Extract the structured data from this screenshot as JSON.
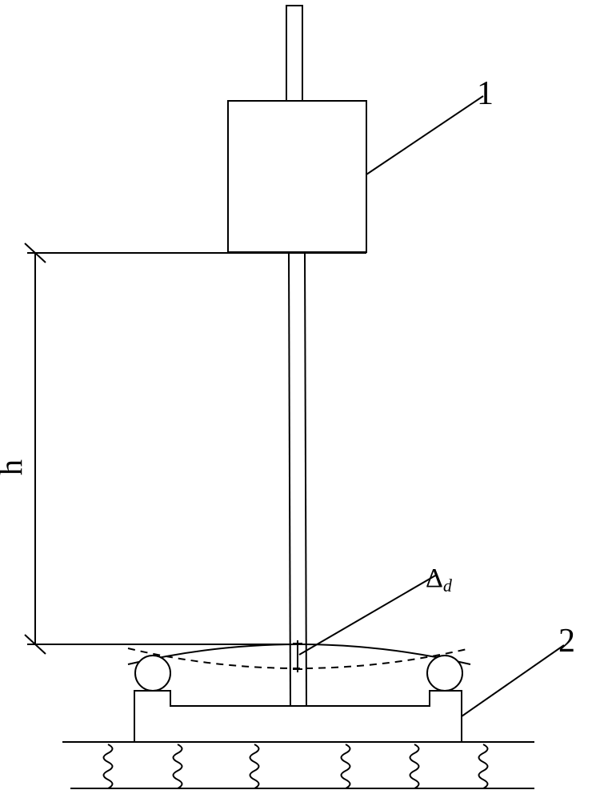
{
  "labels": {
    "weight": "1",
    "specimen_support": "2",
    "drop_height": "h",
    "deflection_symbol": "Δ",
    "deflection_subscript": "d"
  },
  "colors": {
    "line": "#000000",
    "background": "#ffffff"
  }
}
